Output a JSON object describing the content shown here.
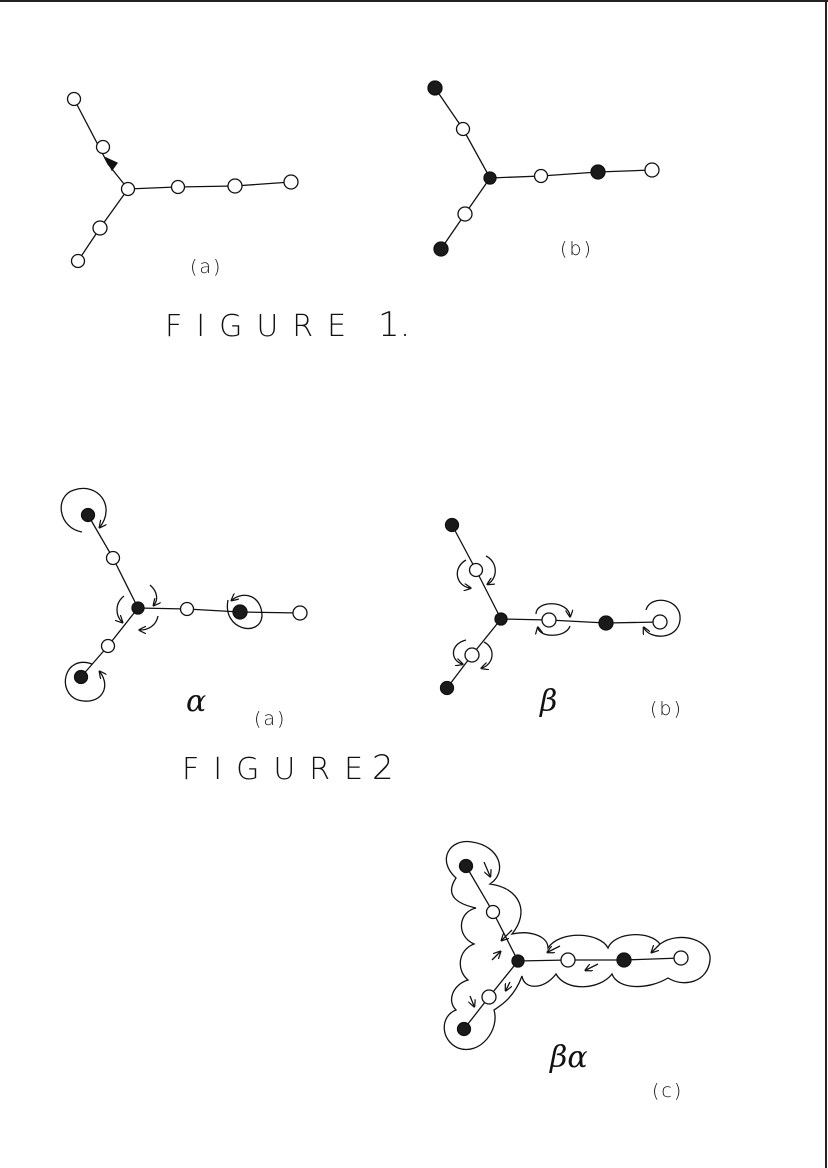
{
  "figure1": {
    "panel_a_label": "(a)",
    "panel_b_label": "(b)",
    "caption_word": "FIGURE",
    "caption_number": "1."
  },
  "figure2": {
    "panel_a_greek": "α",
    "panel_a_label": "(a)",
    "panel_b_greek": "β",
    "panel_b_label": "(b)",
    "caption_word": "FIGURE",
    "caption_number": "2",
    "panel_c_greek": "βα",
    "panel_c_label": "(c)"
  },
  "colors": {
    "ink": "#111111",
    "paper": "#ffffff",
    "filled_node": "#1a1a1a"
  }
}
